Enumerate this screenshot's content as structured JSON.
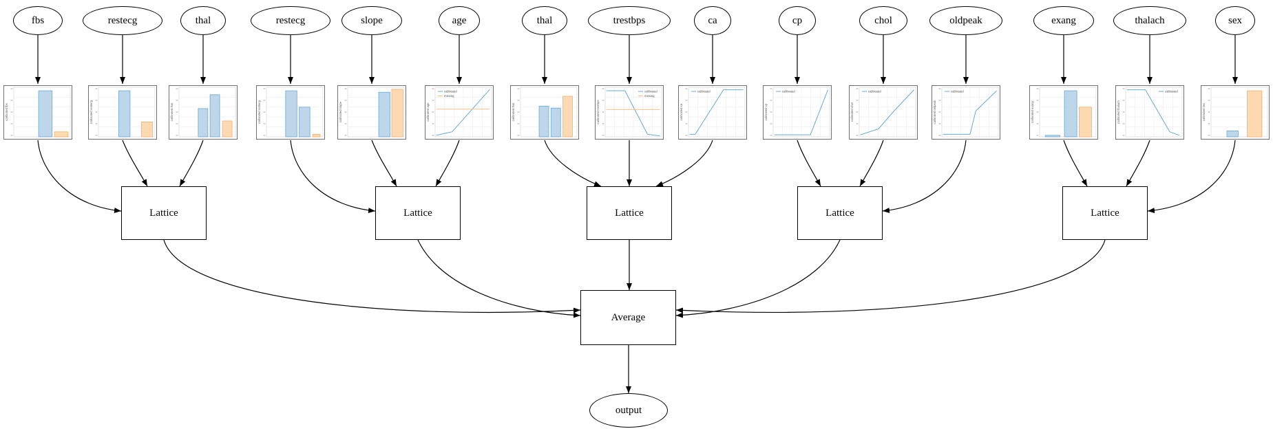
{
  "diagram": {
    "features": [
      "fbs",
      "restecg",
      "thal",
      "restecg",
      "slope",
      "age",
      "thal",
      "trestbps",
      "ca",
      "cp",
      "chol",
      "oldpeak",
      "exang",
      "thalach",
      "sex"
    ],
    "lattice_label": "Lattice",
    "average_label": "Average",
    "output_label": "output",
    "groups": [
      [
        0,
        1,
        2
      ],
      [
        3,
        4,
        5
      ],
      [
        6,
        7,
        8
      ],
      [
        9,
        10,
        11
      ],
      [
        12,
        13,
        14
      ]
    ],
    "legend_calibrated": "calibrated",
    "legend_missing": "missing"
  },
  "chart_data": [
    {
      "feature": "fbs",
      "type": "bar",
      "ylabel": "calibrated fbs",
      "bars": [
        {
          "x": 0.44,
          "w": 0.24,
          "h": 0.93,
          "c": "blue"
        },
        {
          "x": 0.72,
          "w": 0.24,
          "h": 0.1,
          "c": "orange"
        }
      ]
    },
    {
      "feature": "restecg",
      "type": "bar",
      "ylabel": "calibrated restecg",
      "bars": [
        {
          "x": 0.36,
          "w": 0.2,
          "h": 0.93,
          "c": "blue"
        },
        {
          "x": 0.76,
          "w": 0.2,
          "h": 0.3,
          "c": "orange"
        }
      ]
    },
    {
      "feature": "thal",
      "type": "bar",
      "ylabel": "calibrated thal",
      "bars": [
        {
          "x": 0.34,
          "w": 0.17,
          "h": 0.57,
          "c": "blue"
        },
        {
          "x": 0.55,
          "w": 0.17,
          "h": 0.85,
          "c": "blue"
        },
        {
          "x": 0.77,
          "w": 0.17,
          "h": 0.32,
          "c": "orange"
        }
      ]
    },
    {
      "feature": "restecg",
      "type": "bar",
      "ylabel": "calibrated restecg",
      "bars": [
        {
          "x": 0.34,
          "w": 0.2,
          "h": 0.93,
          "c": "blue"
        },
        {
          "x": 0.58,
          "w": 0.19,
          "h": 0.6,
          "c": "blue"
        },
        {
          "x": 0.82,
          "w": 0.13,
          "h": 0.05,
          "c": "orange"
        }
      ]
    },
    {
      "feature": "slope",
      "type": "bar",
      "ylabel": "calibrated slope",
      "bars": [
        {
          "x": 0.55,
          "w": 0.2,
          "h": 0.9,
          "c": "blue"
        },
        {
          "x": 0.78,
          "w": 0.2,
          "h": 0.96,
          "c": "orange"
        }
      ]
    },
    {
      "feature": "age",
      "type": "line",
      "ylabel": "calibrated age",
      "legend_pos": "top-left",
      "series": [
        {
          "name": "calibrated",
          "c": "blue",
          "pts": [
            [
              0.02,
              0.03
            ],
            [
              0.3,
              0.1
            ],
            [
              0.97,
              0.96
            ]
          ]
        },
        {
          "name": "missing",
          "c": "orange",
          "pts": [
            [
              0.02,
              0.56
            ],
            [
              0.97,
              0.56
            ]
          ]
        }
      ]
    },
    {
      "feature": "thal",
      "type": "bar",
      "ylabel": "calibrated thal",
      "bars": [
        {
          "x": 0.33,
          "w": 0.17,
          "h": 0.62,
          "c": "blue"
        },
        {
          "x": 0.54,
          "w": 0.17,
          "h": 0.58,
          "c": "blue"
        },
        {
          "x": 0.75,
          "w": 0.17,
          "h": 0.82,
          "c": "orange"
        }
      ]
    },
    {
      "feature": "trestbps",
      "type": "line",
      "ylabel": "calibrated trestbps",
      "legend_pos": "top-right",
      "series": [
        {
          "name": "calibrated",
          "c": "blue",
          "pts": [
            [
              0.02,
              0.93
            ],
            [
              0.35,
              0.93
            ],
            [
              0.75,
              0.05
            ],
            [
              0.97,
              0.02
            ]
          ]
        },
        {
          "name": "missing",
          "c": "orange",
          "pts": [
            [
              0.02,
              0.55
            ],
            [
              0.97,
              0.55
            ]
          ]
        }
      ]
    },
    {
      "feature": "ca",
      "type": "line",
      "ylabel": "calibrated ca",
      "legend_pos": "top-left",
      "series": [
        {
          "name": "calibrated",
          "c": "blue",
          "pts": [
            [
              0.02,
              0.05
            ],
            [
              0.12,
              0.05
            ],
            [
              0.62,
              0.95
            ],
            [
              0.97,
              0.95
            ]
          ]
        }
      ]
    },
    {
      "feature": "cp",
      "type": "line",
      "ylabel": "calibrated cp",
      "legend_pos": "top-left",
      "series": [
        {
          "name": "calibrated",
          "c": "blue",
          "pts": [
            [
              0.02,
              0.04
            ],
            [
              0.66,
              0.04
            ],
            [
              0.97,
              0.95
            ]
          ]
        }
      ]
    },
    {
      "feature": "chol",
      "type": "line",
      "ylabel": "calibrated chol",
      "legend_pos": "top-left",
      "series": [
        {
          "name": "calibrated",
          "c": "blue",
          "pts": [
            [
              0.02,
              0.04
            ],
            [
              0.34,
              0.16
            ],
            [
              0.6,
              0.5
            ],
            [
              0.97,
              0.95
            ]
          ]
        }
      ]
    },
    {
      "feature": "oldpeak",
      "type": "line",
      "ylabel": "calibrated oldpeak",
      "legend_pos": "top-left",
      "series": [
        {
          "name": "calibrated",
          "c": "blue",
          "pts": [
            [
              0.02,
              0.05
            ],
            [
              0.5,
              0.05
            ],
            [
              0.6,
              0.52
            ],
            [
              0.97,
              0.93
            ]
          ]
        }
      ]
    },
    {
      "feature": "exang",
      "type": "bar",
      "ylabel": "calibrated exang",
      "bars": [
        {
          "x": 0.1,
          "w": 0.26,
          "h": 0.03,
          "c": "blue"
        },
        {
          "x": 0.44,
          "w": 0.22,
          "h": 0.93,
          "c": "blue"
        },
        {
          "x": 0.7,
          "w": 0.22,
          "h": 0.6,
          "c": "orange"
        }
      ]
    },
    {
      "feature": "thalach",
      "type": "line",
      "ylabel": "calibrated thalach",
      "legend_pos": "top-right",
      "series": [
        {
          "name": "calibrated",
          "c": "blue",
          "pts": [
            [
              0.02,
              0.95
            ],
            [
              0.35,
              0.95
            ],
            [
              0.78,
              0.1
            ],
            [
              0.95,
              0.03
            ]
          ]
        }
      ]
    },
    {
      "feature": "sex",
      "type": "bar",
      "ylabel": "calibrated sex",
      "bars": [
        {
          "x": 0.28,
          "w": 0.2,
          "h": 0.12,
          "c": "blue"
        },
        {
          "x": 0.64,
          "w": 0.26,
          "h": 0.93,
          "c": "orange"
        }
      ]
    }
  ],
  "colors": {
    "bar_blue_fill": "#bed6ea",
    "bar_blue_edge": "#67a9d4",
    "bar_orange_fill": "#fcd9b0",
    "bar_orange_edge": "#f9ae6b",
    "line_blue": "#67a9d4",
    "line_orange": "#fdbe85",
    "edge_stroke": "#000000",
    "chart_border": "#6e6e6e",
    "grid": "#ececec",
    "axis_box": "#d0d0d0"
  }
}
